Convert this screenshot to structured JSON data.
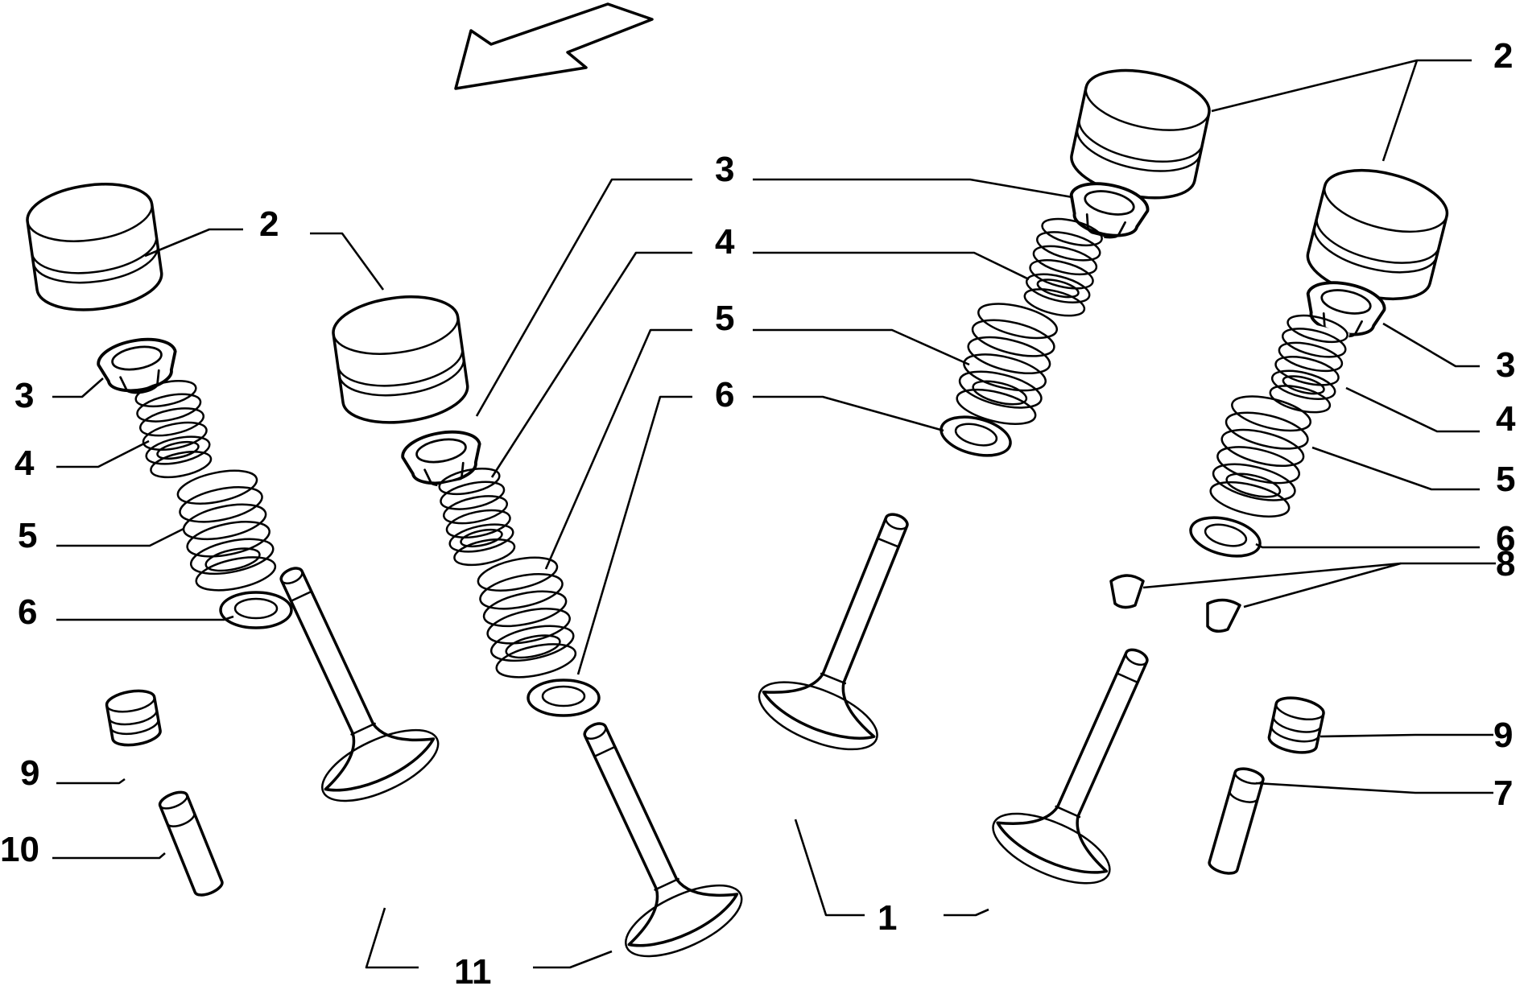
{
  "diagram": {
    "callouts": {
      "left_assembly": {
        "tappet": "2",
        "retainer": "3",
        "inner_spring": "4",
        "outer_spring": "5",
        "spring_seat": "6",
        "valve_seal": "9",
        "valve_guide": "10"
      },
      "center_assembly": {
        "tappet": "2",
        "retainer": "3",
        "inner_spring": "4",
        "outer_spring": "5",
        "spring_seat": "6"
      },
      "exhaust_valves_label": "11",
      "right_assembly": {
        "tappet": "2",
        "retainer": "3",
        "inner_spring": "4",
        "outer_spring": "5",
        "spring_seat": "6",
        "cotters": "8",
        "valve_seal": "9",
        "valve_guide": "7"
      },
      "intake_valves_label": "1"
    },
    "icons": [
      "direction-arrow-icon"
    ],
    "colors": {
      "line": "#000000",
      "background": "#ffffff"
    }
  }
}
